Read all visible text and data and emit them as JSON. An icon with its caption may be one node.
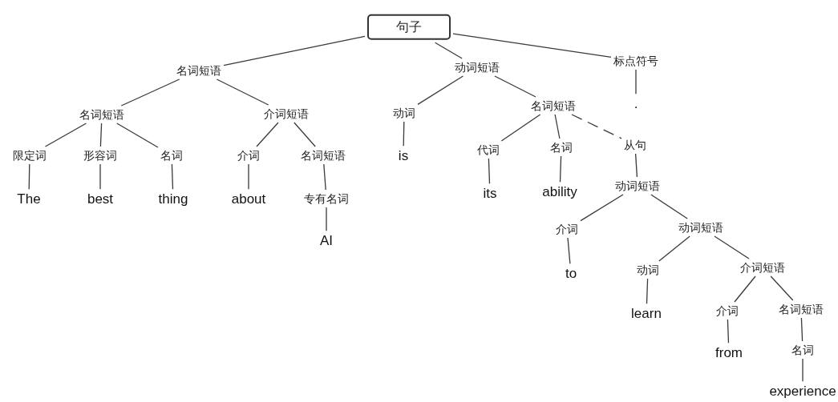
{
  "diagram": {
    "nodes": [
      {
        "text": [
          "句子"
        ]
      },
      {
        "text": [
          "名词短语"
        ]
      },
      {
        "text": [
          "动词短语"
        ]
      },
      {
        "text": [
          "标点符号"
        ]
      },
      {
        "text": [
          "名词短语"
        ]
      },
      {
        "text": [
          "介词短语"
        ]
      },
      {
        "text": [
          "动词"
        ]
      },
      {
        "text": [
          "名词短语"
        ]
      },
      {
        "text": [
          "."
        ]
      },
      {
        "text": [
          "限定词"
        ]
      },
      {
        "text": [
          "形容词"
        ]
      },
      {
        "text": [
          "名词"
        ]
      },
      {
        "text": [
          "介词"
        ]
      },
      {
        "text": [
          "名词短语"
        ]
      },
      {
        "text": [
          "is"
        ]
      },
      {
        "text": [
          "代词"
        ]
      },
      {
        "text": [
          "名词"
        ]
      },
      {
        "text": [
          "从句"
        ]
      },
      {
        "text": [
          "The"
        ]
      },
      {
        "text": [
          "best"
        ]
      },
      {
        "text": [
          "thing"
        ]
      },
      {
        "text": [
          "about"
        ]
      },
      {
        "text": [
          "专有名词"
        ]
      },
      {
        "text": [
          "its"
        ]
      },
      {
        "text": [
          "ability"
        ]
      },
      {
        "text": [
          "动词短语"
        ]
      },
      {
        "text": [
          "AI"
        ]
      },
      {
        "text": [
          "介词"
        ]
      },
      {
        "text": [
          "动词短语"
        ]
      },
      {
        "text": [
          "to"
        ]
      },
      {
        "text": [
          "动词"
        ]
      },
      {
        "text": [
          "介词短语"
        ]
      },
      {
        "text": [
          "learn"
        ]
      },
      {
        "text": [
          "介词"
        ]
      },
      {
        "text": [
          "名词短语"
        ]
      },
      {
        "text": [
          "from"
        ]
      },
      {
        "text": [
          "名词"
        ]
      },
      {
        "text": [
          "experience"
        ]
      }
    ],
    "edges": [
      {
        "from": 0,
        "to": 1,
        "arrow": "none"
      },
      {
        "from": 0,
        "to": 2,
        "arrow": "none"
      },
      {
        "from": 0,
        "to": 3,
        "arrow": "none"
      },
      {
        "from": 1,
        "to": 4,
        "arrow": "none"
      },
      {
        "from": 1,
        "to": 5,
        "arrow": "none"
      },
      {
        "from": 2,
        "to": 6,
        "arrow": "none"
      },
      {
        "from": 2,
        "to": 7,
        "arrow": "none"
      },
      {
        "from": 3,
        "to": 8,
        "arrow": "none"
      },
      {
        "from": 4,
        "to": 9,
        "arrow": "none"
      },
      {
        "from": 4,
        "to": 10,
        "arrow": "none"
      },
      {
        "from": 4,
        "to": 11,
        "arrow": "none"
      },
      {
        "from": 5,
        "to": 12,
        "arrow": "none"
      },
      {
        "from": 5,
        "to": 13,
        "arrow": "none"
      },
      {
        "from": 6,
        "to": 14,
        "arrow": "none"
      },
      {
        "from": 7,
        "to": 15,
        "arrow": "none"
      },
      {
        "from": 7,
        "to": 16,
        "arrow": "none"
      },
      {
        "from": 7,
        "to": 17,
        "arrow": "none",
        "style": "dashed"
      },
      {
        "from": 9,
        "to": 18,
        "arrow": "none"
      },
      {
        "from": 10,
        "to": 19,
        "arrow": "none"
      },
      {
        "from": 11,
        "to": 20,
        "arrow": "none"
      },
      {
        "from": 12,
        "to": 21,
        "arrow": "none"
      },
      {
        "from": 13,
        "to": 22,
        "arrow": "none"
      },
      {
        "from": 15,
        "to": 23,
        "arrow": "none"
      },
      {
        "from": 16,
        "to": 24,
        "arrow": "none"
      },
      {
        "from": 17,
        "to": 25,
        "arrow": "none"
      },
      {
        "from": 22,
        "to": 26,
        "arrow": "none"
      },
      {
        "from": 25,
        "to": 27,
        "arrow": "none"
      },
      {
        "from": 25,
        "to": 28,
        "arrow": "none"
      },
      {
        "from": 27,
        "to": 29,
        "arrow": "none"
      },
      {
        "from": 28,
        "to": 30,
        "arrow": "none"
      },
      {
        "from": 28,
        "to": 31,
        "arrow": "none"
      },
      {
        "from": 30,
        "to": 32,
        "arrow": "none"
      },
      {
        "from": 31,
        "to": 33,
        "arrow": "none"
      },
      {
        "from": 31,
        "to": 34,
        "arrow": "none"
      },
      {
        "from": 33,
        "to": 35,
        "arrow": "none"
      },
      {
        "from": 34,
        "to": 36,
        "arrow": "none"
      },
      {
        "from": 36,
        "to": 37,
        "arrow": "none"
      }
    ]
  }
}
